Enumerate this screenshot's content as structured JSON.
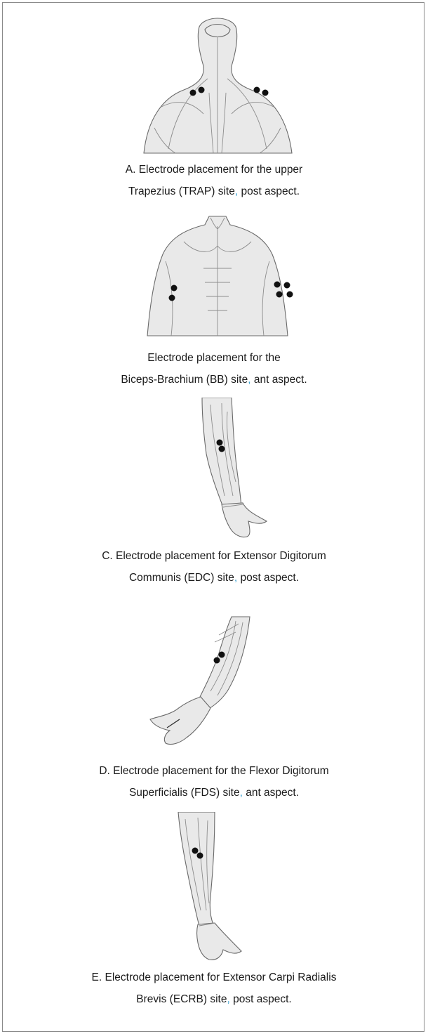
{
  "figures": [
    {
      "id": "A",
      "caption_line1": "A. Electrode placement for the upper",
      "caption_line2a": "Trapezius (TRAP) site",
      "separator": ",",
      "caption_line2b": " post aspect."
    },
    {
      "id": "B",
      "caption_line1": "Electrode placement for the",
      "caption_line2a": "Biceps-Brachium (BB) site",
      "separator": ",",
      "caption_line2b": " ant aspect."
    },
    {
      "id": "C",
      "caption_line1": "C. Electrode placement for Extensor Digitorum",
      "caption_line2a": "Communis (EDC) site",
      "separator": ",",
      "caption_line2b": " post aspect."
    },
    {
      "id": "D",
      "caption_line1": "D. Electrode placement for the Flexor Digitorum",
      "caption_line2a": "Superficialis (FDS) site",
      "separator": ",",
      "caption_line2b": " ant aspect."
    },
    {
      "id": "E",
      "caption_line1": "E. Electrode placement for Extensor Carpi Radialis",
      "caption_line2a": "Brevis (ECRB) site",
      "separator": ",",
      "caption_line2b": " post aspect."
    }
  ],
  "colors": {
    "separator": "#3aa1d1",
    "electrode": "#111111",
    "border": "#8a8a8a"
  }
}
